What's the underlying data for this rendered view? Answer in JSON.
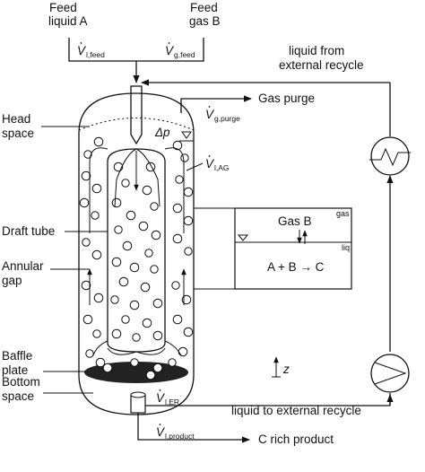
{
  "labels": {
    "feed_liquid_a": [
      "Feed",
      "liquid A"
    ],
    "feed_gas_b": [
      "Feed",
      "gas B"
    ],
    "v_l_feed": {
      "sym": "V",
      "sub": "l,feed"
    },
    "v_g_feed": {
      "sym": "V",
      "sub": "g,feed"
    },
    "liquid_from_recycle": [
      "liquid from",
      "external recycle"
    ],
    "gas_purge": "Gas purge",
    "v_g_purge": {
      "sym": "V",
      "sub": "g,purge"
    },
    "head_space": [
      "Head",
      "space"
    ],
    "delta_p": "Δp",
    "v_l_ag": {
      "sym": "V",
      "sub": "l,AG"
    },
    "draft_tube": "Draft tube",
    "annular_gap": [
      "Annular",
      "gap"
    ],
    "baffle_plate": [
      "Baffle",
      "plate"
    ],
    "bottom_space": [
      "Bottom",
      "space"
    ],
    "z_axis": "z",
    "v_l_er": {
      "sym": "V",
      "sub": "l,ER"
    },
    "liquid_to_recycle": "liquid to external recycle",
    "v_l_product": {
      "sym": "V",
      "sub": "l,product"
    },
    "c_rich_product": "C rich product"
  },
  "inset": {
    "gas": "gas",
    "liq": "liq",
    "gas_b": "Gas B",
    "reaction": "A + B → C"
  },
  "icons": [
    "heat-exchanger-icon",
    "pump-icon",
    "liquid-level-icon"
  ]
}
